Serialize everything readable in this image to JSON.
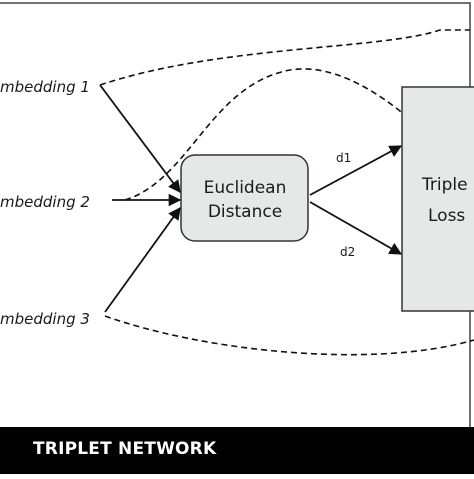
{
  "diagram": {
    "inputs": [
      {
        "label": "mbedding 1"
      },
      {
        "label": "mbedding 2"
      },
      {
        "label": "mbedding 3"
      }
    ],
    "distance_node": {
      "line1": "Euclidean",
      "line2": "Distance"
    },
    "loss_node": {
      "line1": "Triple",
      "line2": "Loss"
    },
    "edges": {
      "d1": "d1",
      "d2": "d2"
    }
  },
  "footer": {
    "title": "TRIPLET NETWORK"
  },
  "colors": {
    "node_fill": "#e4e9e8",
    "node_stroke": "#333333",
    "line": "#111111",
    "footer_bg": "#000000",
    "footer_text": "#ffffff"
  }
}
